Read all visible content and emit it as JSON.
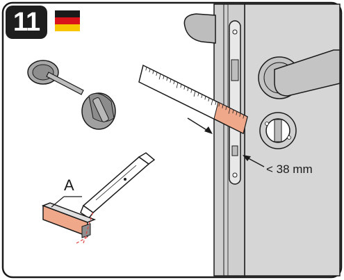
{
  "step": {
    "number": "11",
    "flag_colors": [
      "#1a1a1a",
      "#d8141a",
      "#f6c700"
    ]
  },
  "annotations": {
    "part_label": "A",
    "measurement": "< 38 mm"
  },
  "colors": {
    "highlight": "#f0a88a",
    "guide_line": "#e04040",
    "door": "#d9d9d9",
    "hardware": "#bdbdbd"
  },
  "icons": [
    "rosette-knob-icon",
    "turn-knob-icon",
    "ruler-icon",
    "utility-knife-icon",
    "door-handle-icon",
    "lock-cylinder-icon"
  ]
}
